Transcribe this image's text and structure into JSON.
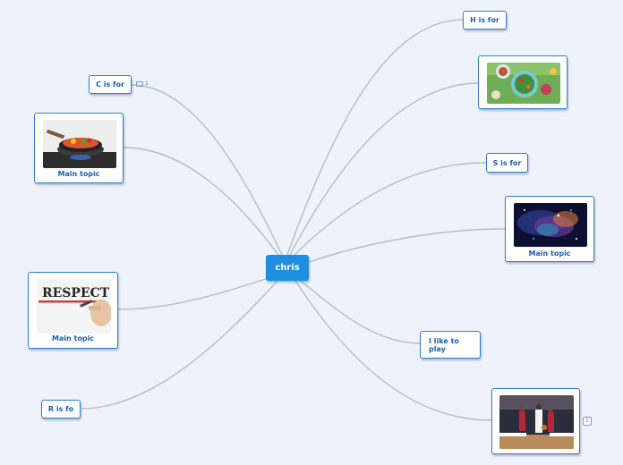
{
  "central": {
    "label": "chris"
  },
  "nodes": {
    "h": {
      "label": "H is for"
    },
    "salad": {
      "label": ""
    },
    "s": {
      "label": "S is for"
    },
    "galaxy": {
      "label": "Main topic"
    },
    "play": {
      "label": "I like to play"
    },
    "basketball": {
      "label": "",
      "badge": "1"
    },
    "c": {
      "label": "C is for",
      "badge": "1"
    },
    "cooking": {
      "label": "Main topic"
    },
    "respect": {
      "label": "Main topic",
      "image_text": "RESPECT"
    },
    "r": {
      "label": "R is fo"
    }
  },
  "colors": {
    "accent": "#2e7fd0",
    "central": "#1e8fe0",
    "text": "#1a5fb0",
    "link": "#b7bcc8",
    "background": "#eef2fb"
  }
}
